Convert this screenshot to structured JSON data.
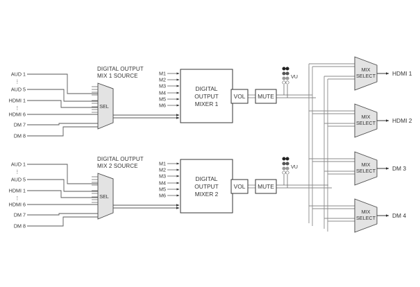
{
  "diagram": {
    "colors": {
      "line": "#555555",
      "bus": "#8a8a8a",
      "block_fill": "#ffffff",
      "trapezoid_fill": "#e3e3e3",
      "text": "#333333",
      "vu_dark": "#222222",
      "vu_mid": "#555555",
      "vu_light": "#999999"
    },
    "channels": [
      {
        "source_title_line1": "DIGITAL OUTPUT",
        "source_title_line2": "MIX 1 SOURCE",
        "inputs": [
          "AUD 1",
          "AUD 5",
          "HDMI 1",
          "HDMI 6",
          "DM 7",
          "DM 8"
        ],
        "ellipsis": "⋮",
        "selector_label": "SEL",
        "mixer_inputs": [
          "M1",
          "M2",
          "M3",
          "M4",
          "M5",
          "M6"
        ],
        "mixer_line1": "DIGITAL",
        "mixer_line2": "OUTPUT",
        "mixer_line3": "MIXER 1",
        "vol_label": "VOL",
        "mute_label": "MUTE",
        "vu_label": "VU"
      },
      {
        "source_title_line1": "DIGITAL OUTPUT",
        "source_title_line2": "MIX 2 SOURCE",
        "inputs": [
          "AUD 1",
          "AUD 5",
          "HDMI 1",
          "HDMI 6",
          "DM 7",
          "DM 8"
        ],
        "ellipsis": "⋮",
        "selector_label": "SEL",
        "mixer_inputs": [
          "M1",
          "M2",
          "M3",
          "M4",
          "M5",
          "M6"
        ],
        "mixer_line1": "DIGITAL",
        "mixer_line2": "OUTPUT",
        "mixer_line3": "MIXER 2",
        "vol_label": "VOL",
        "mute_label": "MUTE",
        "vu_label": "VU"
      }
    ],
    "mix_selects": [
      {
        "line1": "MIX",
        "line2": "SELECT",
        "output": "HDMI 1"
      },
      {
        "line1": "MIX",
        "line2": "SELECT",
        "output": "HDMI 2"
      },
      {
        "line1": "MIX",
        "line2": "SELECT",
        "output": "DM 3"
      },
      {
        "line1": "MIX",
        "line2": "SELECT",
        "output": "DM 4"
      }
    ]
  }
}
